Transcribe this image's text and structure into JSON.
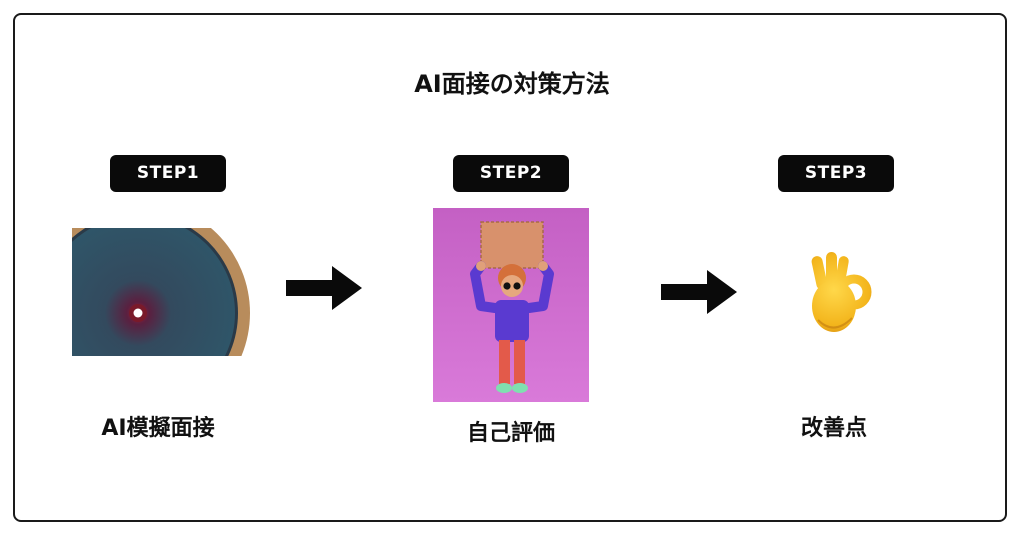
{
  "title": "AI面接の対策方法",
  "steps": [
    {
      "badge": "STEP1",
      "label": "AI模擬面接",
      "image": "dartboard-target-image"
    },
    {
      "badge": "STEP2",
      "label": "自己評価",
      "image": "person-holding-sign-image"
    },
    {
      "badge": "STEP3",
      "label": "改善点",
      "image": "ok-hand-emoji"
    }
  ],
  "arrows": [
    "right-arrow",
    "right-arrow"
  ],
  "colors": {
    "frame": "#1a1a1a",
    "badge_bg": "#0a0a0a",
    "badge_text": "#ffffff",
    "step2_bg": "#cc66cc"
  }
}
